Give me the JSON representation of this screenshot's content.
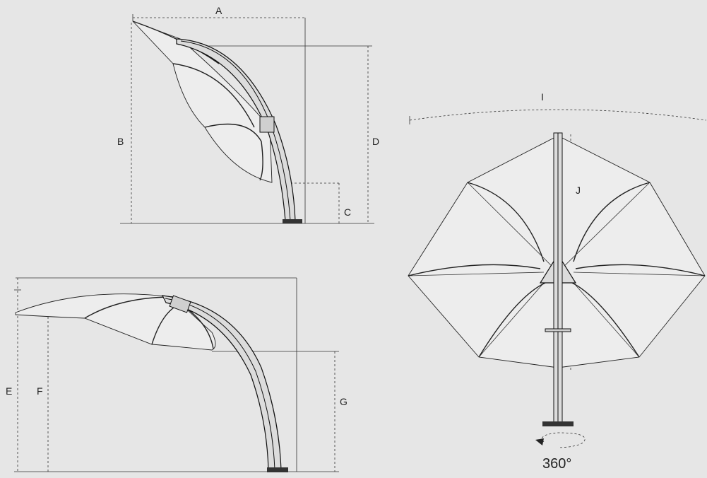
{
  "labels": {
    "a": "A",
    "b": "B",
    "c": "C",
    "d": "D",
    "e": "E",
    "f": "F",
    "g": "G",
    "i": "I",
    "j": "J"
  },
  "rotation": "360°"
}
